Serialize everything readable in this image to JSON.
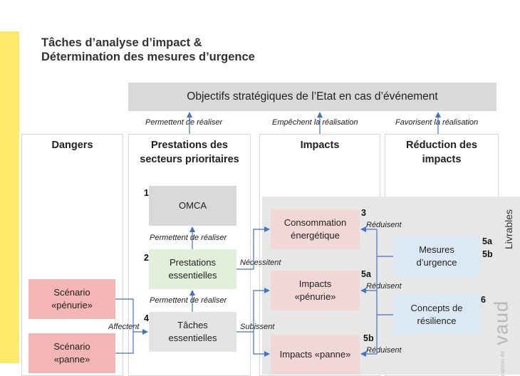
{
  "title": {
    "line1": "Tâches d’analyse d’impact &",
    "line2": "Détermination des mesures d’urgence"
  },
  "banner": "Objectifs stratégiques de l’Etat en cas d’événement",
  "top_labels": {
    "permettent": "Permettent de réaliser",
    "empechent": "Empêchent la réalisation",
    "favorisent": "Favorisent la réalisation"
  },
  "columns": {
    "dangers": "Dangers",
    "prestations_l1": "Prestations des",
    "prestations_l2": "secteurs prioritaires",
    "impacts": "Impacts",
    "reduction_l1": "Réduction des",
    "reduction_l2": "impacts"
  },
  "livrables": "Livrables",
  "boxes": {
    "omca": "OMCA",
    "prestations_l1": "Prestations",
    "prestations_l2": "essentielles",
    "taches_l1": "Tâches",
    "taches_l2": "essentielles",
    "scenario_penurie_l1": "Scénario",
    "scenario_penurie_l2": "«pénurie»",
    "scenario_panne_l1": "Scénario",
    "scenario_panne_l2": "«panne»",
    "conso_l1": "Consommation",
    "conso_l2": "énergétique",
    "impacts_penurie_l1": "Impacts",
    "impacts_penurie_l2": "«pénurie»",
    "impacts_panne": "Impacts «panne»",
    "mesures_l1": "Mesures",
    "mesures_l2": "d’urgence",
    "concepts_l1": "Concepts de",
    "concepts_l2": "résilience"
  },
  "numbers": {
    "n1": "1",
    "n2": "2",
    "n3": "3",
    "n4": "4",
    "n5a_conso": "5a",
    "n5b_panne": "5b",
    "n5a_mesures": "5a",
    "n5b_mesures": "5b",
    "n6": "6"
  },
  "edge_labels": {
    "permettent_1": "Permettent de réaliser",
    "permettent_2": "Permettent de réaliser",
    "necessitent": "Nécessitent",
    "subissent": "Subissent",
    "affectent": "Affectent",
    "reduisent_1": "Réduisent",
    "reduisent_2": "Réduisent",
    "reduisent_3": "Réduisent"
  },
  "logo": {
    "small": "canton de",
    "big": "vaud"
  },
  "colors": {
    "accent_yellow": "#fde96a",
    "arrow_blue": "#4472c4",
    "scenario_red": "#f4b5b5",
    "impact_pink": "#f2d7d7",
    "measure_blue": "#dce9f5",
    "prestation_green": "#e2efda"
  }
}
